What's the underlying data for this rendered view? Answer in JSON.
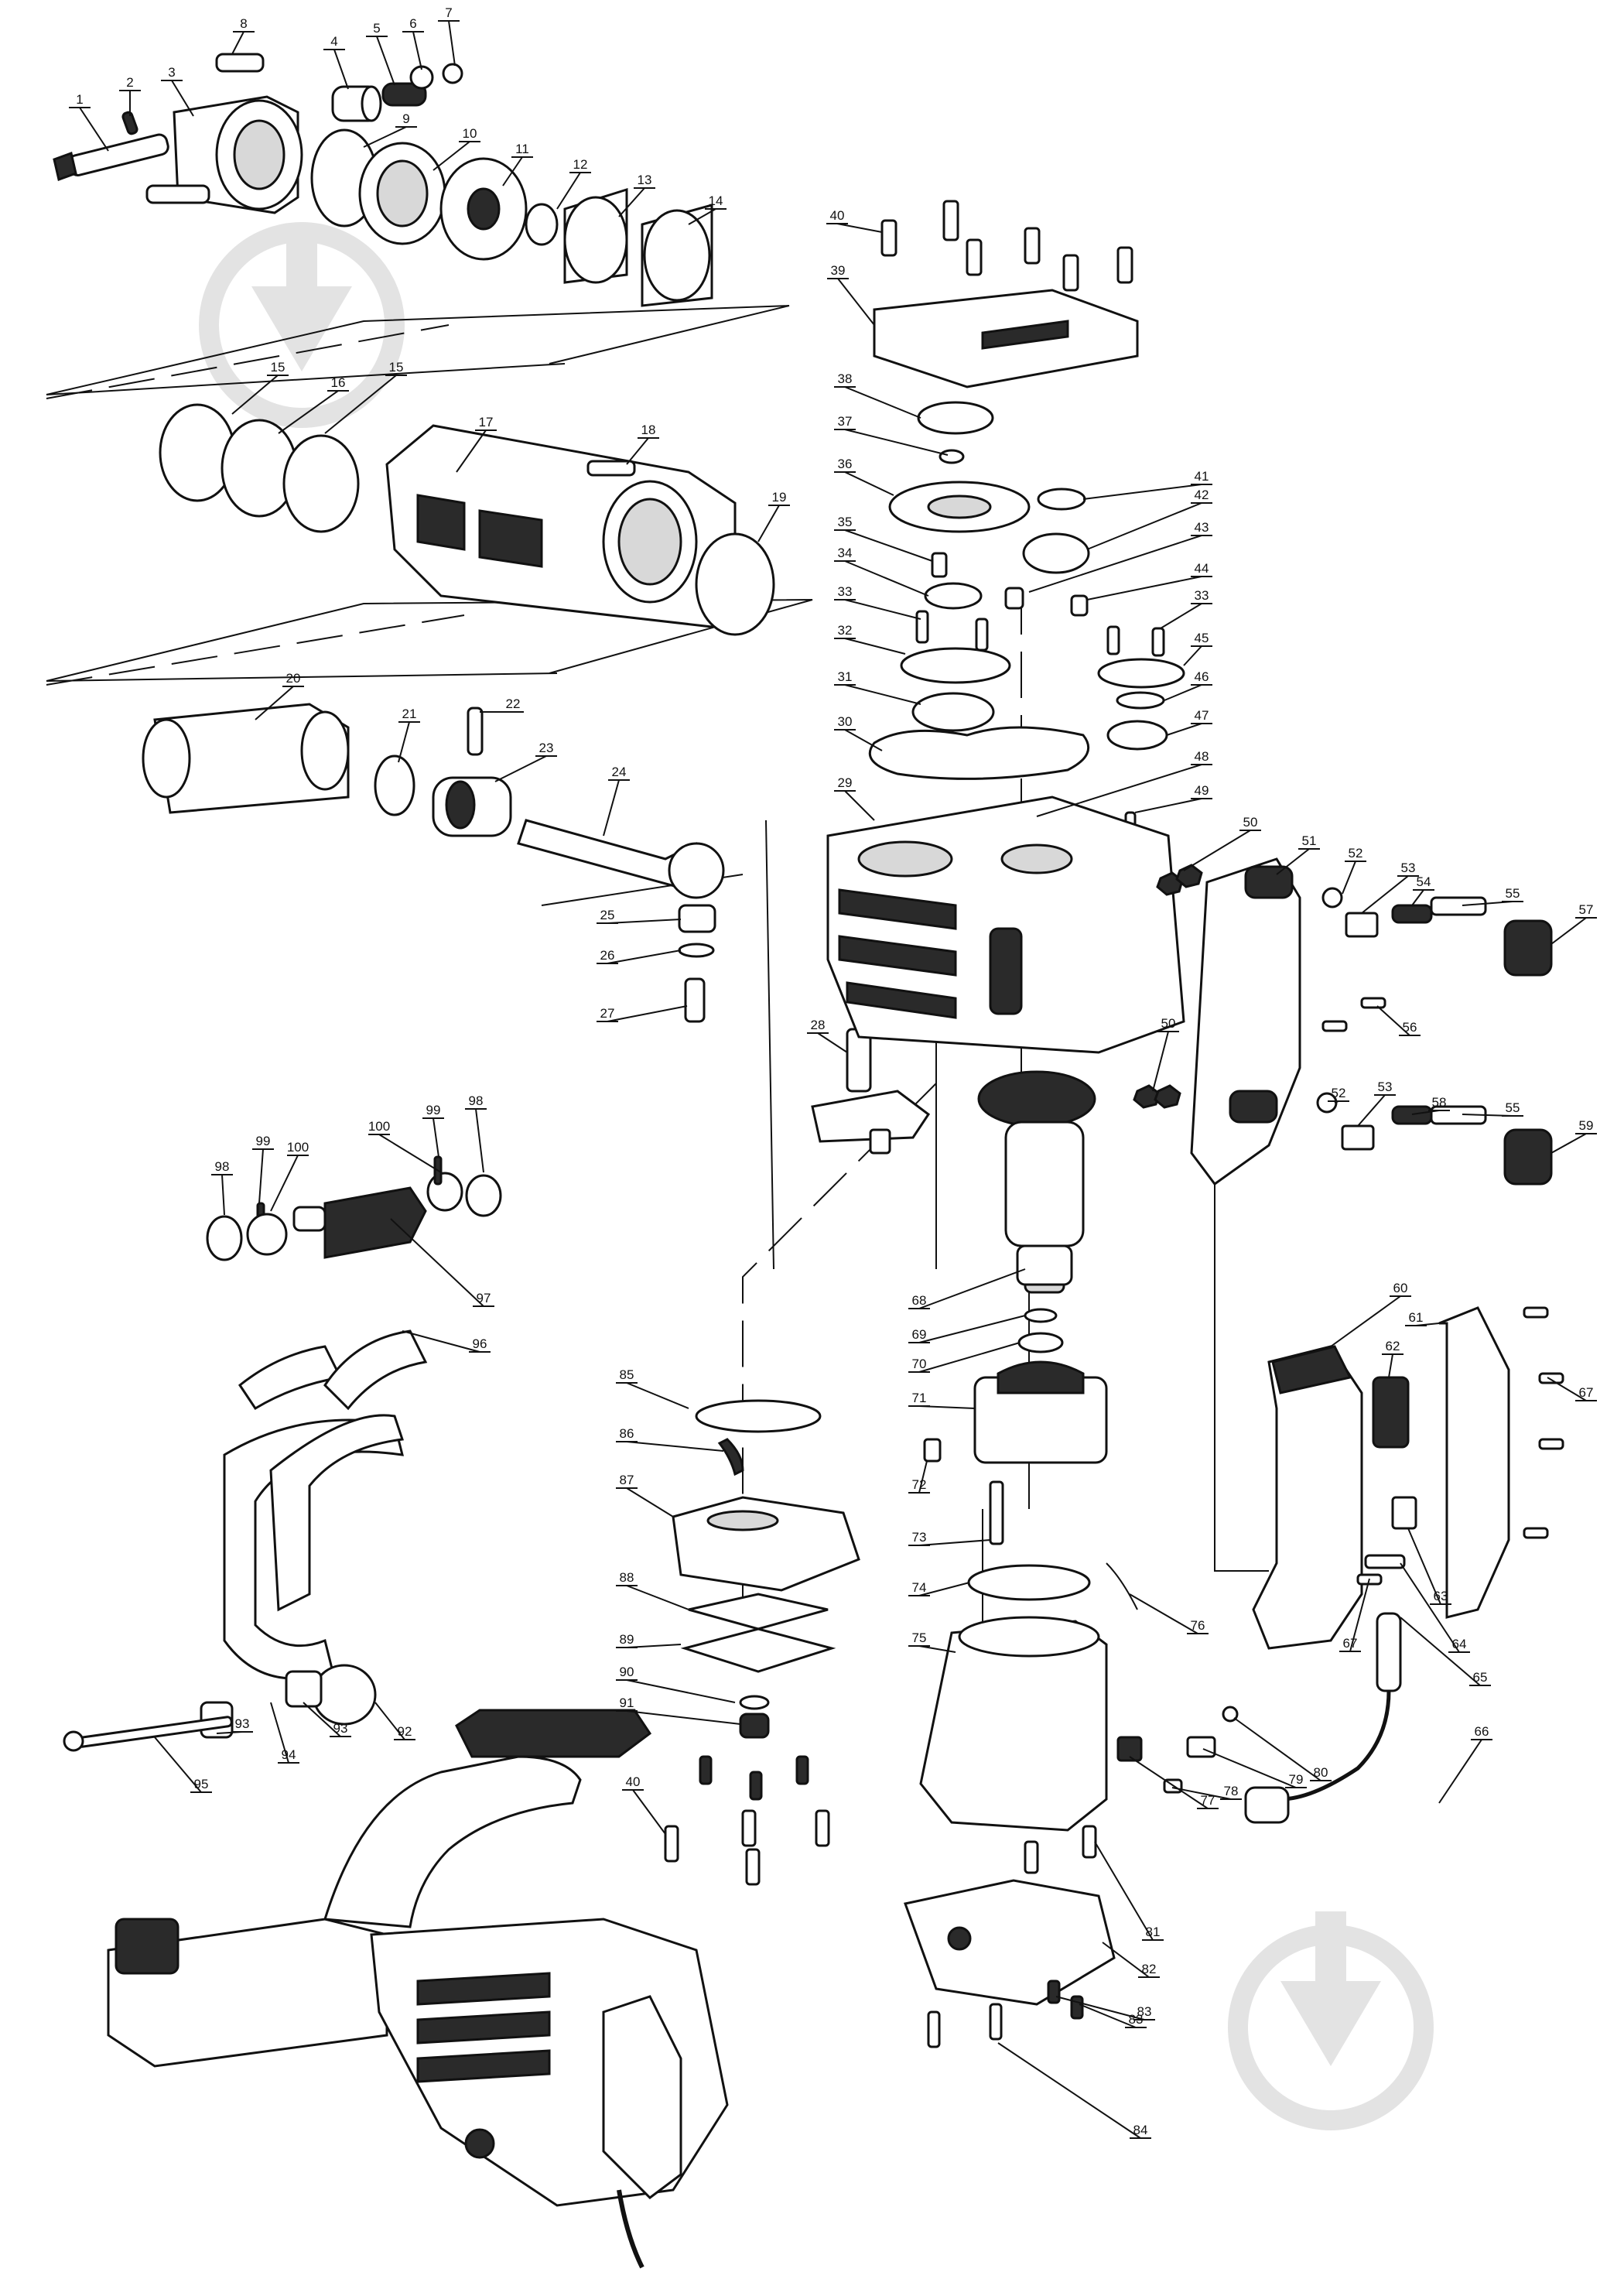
{
  "diagram": {
    "type": "exploded-parts-view",
    "watermark_icon": "shovel-in-circle-icon",
    "part_numbers": [
      "1",
      "2",
      "3",
      "4",
      "5",
      "6",
      "7",
      "8",
      "9",
      "10",
      "11",
      "12",
      "13",
      "14",
      "15",
      "15",
      "16",
      "17",
      "18",
      "19",
      "20",
      "21",
      "22",
      "23",
      "24",
      "25",
      "26",
      "27",
      "28",
      "29",
      "30",
      "31",
      "32",
      "33",
      "33",
      "34",
      "35",
      "36",
      "37",
      "38",
      "39",
      "40",
      "40",
      "41",
      "42",
      "43",
      "44",
      "45",
      "46",
      "47",
      "48",
      "49",
      "50",
      "50",
      "51",
      "52",
      "52",
      "53",
      "53",
      "54",
      "55",
      "55",
      "56",
      "57",
      "58",
      "59",
      "60",
      "61",
      "62",
      "63",
      "64",
      "65",
      "66",
      "67",
      "67",
      "68",
      "69",
      "70",
      "71",
      "72",
      "73",
      "74",
      "75",
      "76",
      "77",
      "78",
      "79",
      "80",
      "81",
      "82",
      "83",
      "83",
      "84",
      "85",
      "86",
      "87",
      "88",
      "89",
      "90",
      "91",
      "92",
      "93",
      "93",
      "94",
      "95",
      "96",
      "97",
      "98",
      "98",
      "99",
      "99",
      "100",
      "100"
    ]
  }
}
